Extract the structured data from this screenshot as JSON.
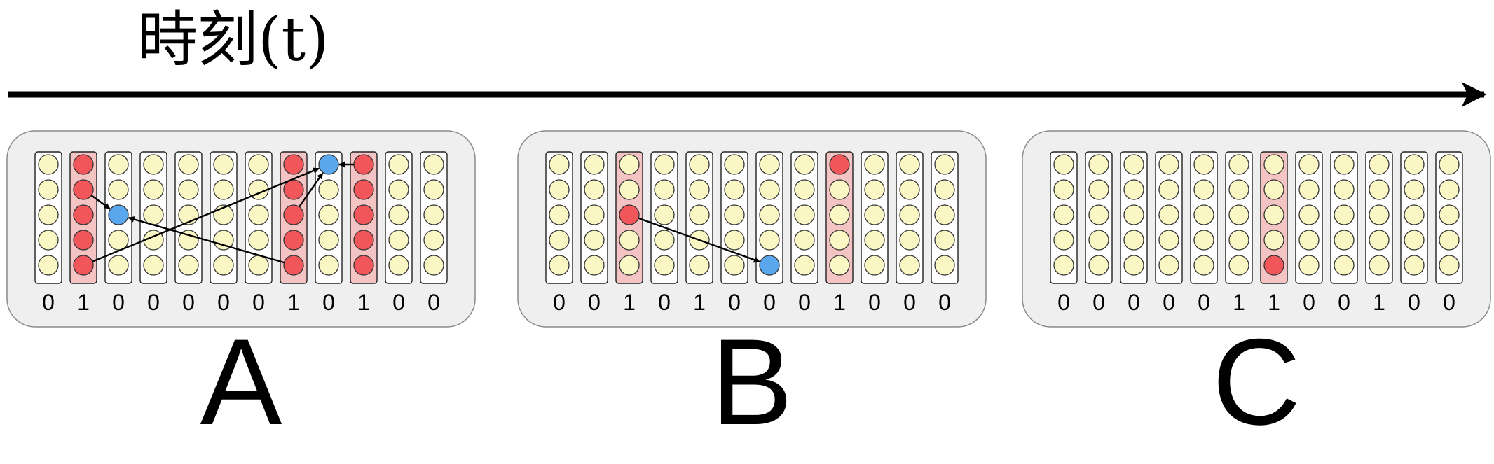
{
  "title": "時刻(t)",
  "colors": {
    "neuron_idle": "#fbf7c4",
    "neuron_active": "#f0565a",
    "neuron_target": "#5aa7ee",
    "column_active_bg": "#f4c4c4",
    "column_idle_bg": "#ffffff",
    "panel_bg": "#efefef",
    "line": "#000000"
  },
  "panels": [
    {
      "label": "A",
      "bits": [
        "0",
        "1",
        "0",
        "0",
        "0",
        "0",
        "0",
        "1",
        "0",
        "1",
        "0",
        "0"
      ],
      "active_columns": [
        1,
        7,
        9
      ],
      "cells": [
        {
          "col": 1,
          "row": 0,
          "state": "active"
        },
        {
          "col": 1,
          "row": 1,
          "state": "active"
        },
        {
          "col": 1,
          "row": 2,
          "state": "active"
        },
        {
          "col": 1,
          "row": 3,
          "state": "active"
        },
        {
          "col": 1,
          "row": 4,
          "state": "active"
        },
        {
          "col": 7,
          "row": 0,
          "state": "active"
        },
        {
          "col": 7,
          "row": 1,
          "state": "active"
        },
        {
          "col": 7,
          "row": 2,
          "state": "active"
        },
        {
          "col": 7,
          "row": 3,
          "state": "active"
        },
        {
          "col": 7,
          "row": 4,
          "state": "active"
        },
        {
          "col": 9,
          "row": 0,
          "state": "active"
        },
        {
          "col": 9,
          "row": 1,
          "state": "active"
        },
        {
          "col": 9,
          "row": 2,
          "state": "active"
        },
        {
          "col": 9,
          "row": 3,
          "state": "active"
        },
        {
          "col": 9,
          "row": 4,
          "state": "active"
        },
        {
          "col": 2,
          "row": 2,
          "state": "predicted"
        },
        {
          "col": 8,
          "row": 0,
          "state": "predicted"
        }
      ],
      "arrows": [
        {
          "from": [
            1,
            1
          ],
          "to": [
            2,
            2
          ]
        },
        {
          "from": [
            7,
            4
          ],
          "to": [
            2,
            2
          ]
        },
        {
          "from": [
            1,
            4
          ],
          "to": [
            8,
            0
          ]
        },
        {
          "from": [
            7,
            2
          ],
          "to": [
            8,
            0
          ]
        },
        {
          "from": [
            9,
            0
          ],
          "to": [
            8,
            0
          ]
        }
      ]
    },
    {
      "label": "B",
      "bits": [
        "0",
        "0",
        "1",
        "0",
        "1",
        "0",
        "0",
        "0",
        "1",
        "0",
        "0",
        "0"
      ],
      "active_columns": [
        2,
        8
      ],
      "cells": [
        {
          "col": 2,
          "row": 2,
          "state": "active"
        },
        {
          "col": 8,
          "row": 0,
          "state": "active"
        },
        {
          "col": 6,
          "row": 4,
          "state": "predicted"
        }
      ],
      "arrows": [
        {
          "from": [
            2,
            2
          ],
          "to": [
            6,
            4
          ]
        }
      ]
    },
    {
      "label": "C",
      "bits": [
        "0",
        "0",
        "0",
        "0",
        "0",
        "1",
        "1",
        "0",
        "0",
        "1",
        "0",
        "0"
      ],
      "active_columns": [
        6
      ],
      "cells": [
        {
          "col": 6,
          "row": 4,
          "state": "active"
        }
      ],
      "arrows": []
    }
  ]
}
